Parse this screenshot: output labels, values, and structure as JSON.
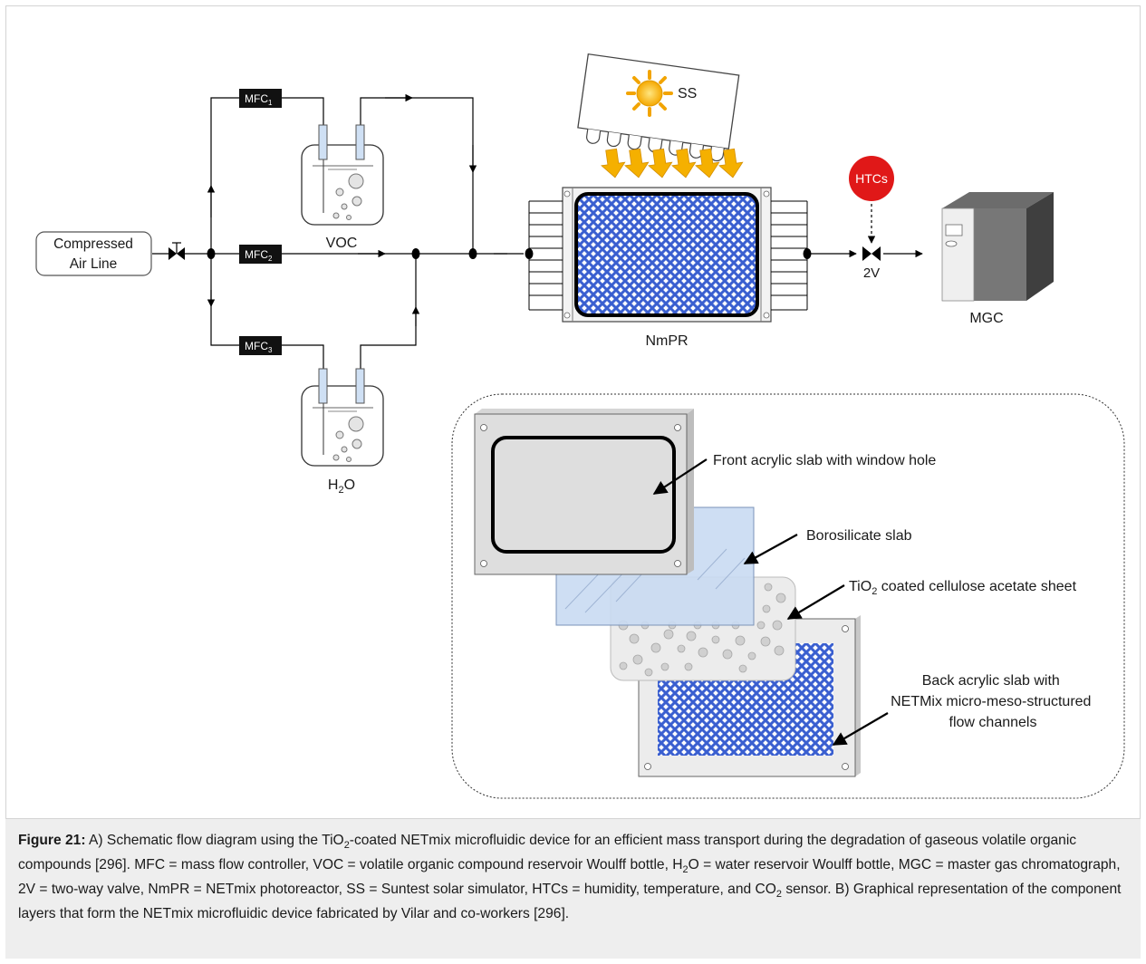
{
  "diagram": {
    "compressed_air": [
      "Compressed",
      "Air Line"
    ],
    "mfc_base": "MFC",
    "mfc_subs": [
      "1",
      "2",
      "3"
    ],
    "voc": "VOC",
    "water_main": "H",
    "water_sub": "2",
    "water_end": "O",
    "ss": "SS",
    "htcs": "HTCs",
    "valve_2v": "2V",
    "nmpr": "NmPR",
    "mgc": "MGC",
    "layers": {
      "front": "Front acrylic slab with window hole",
      "borosilicate": "Borosilicate slab",
      "tio2_main": "TiO",
      "tio2_sub": "2",
      "tio2_rest": " coated cellulose acetate sheet",
      "back": [
        "Back acrylic slab with",
        "NETMix micro-meso-structured",
        "flow channels"
      ]
    },
    "colors": {
      "mesh": "#3a5fd0",
      "sun": "#f7b500",
      "arrow": "#f5b000",
      "htcs": "#e01818",
      "glass": "#c9daf2"
    }
  },
  "caption": {
    "label": "Figure 21:",
    "p1": " A) Schematic flow diagram using the TiO",
    "s1": "2",
    "p2": "-coated NETmix microfluidic device for an efficient mass transport during the degradation of gaseous volatile organic compounds [296]. MFC = mass flow controller, VOC = volatile organic compound reservoir Woulff bottle, H",
    "s2": "2",
    "p3": "O = water reservoir Woulff bottle, MGC = master gas chromatograph, 2V = two-way valve, NmPR = NETmix photoreactor, SS = Suntest solar simulator, HTCs = humidity, temperature, and CO",
    "s3": "2",
    "p4": " sensor. B) Graphical representation of the component layers that form the NETmix microfluidic device fabricated by Vilar and co-workers [296]."
  }
}
